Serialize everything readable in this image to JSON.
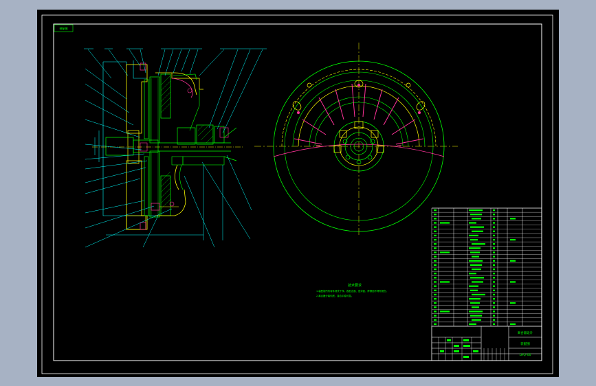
{
  "colors": {
    "background": "#a7b2c4",
    "viewport": "#000000",
    "frame": "#ffffff",
    "geometry": "#00ff00",
    "outline": "#ffff00",
    "centerline": "#ffff00",
    "leaders": "#00ffff",
    "section_lines": "#ff3399",
    "table": "#ffffff",
    "table_text": "#00ff00"
  },
  "drawing": {
    "corner_label": "装配图",
    "tech_title": "技术要求",
    "tech_notes": [
      "1.装配前所有零件清洗干净，各配合面、密封面、摩擦面不得有损伤。",
      "2.离合器分离彻底，接合平稳可靠。"
    ],
    "title_block": {
      "project": "离合器设计",
      "drawing_name": "装配图",
      "drawing_no": "LHQ-00"
    }
  }
}
